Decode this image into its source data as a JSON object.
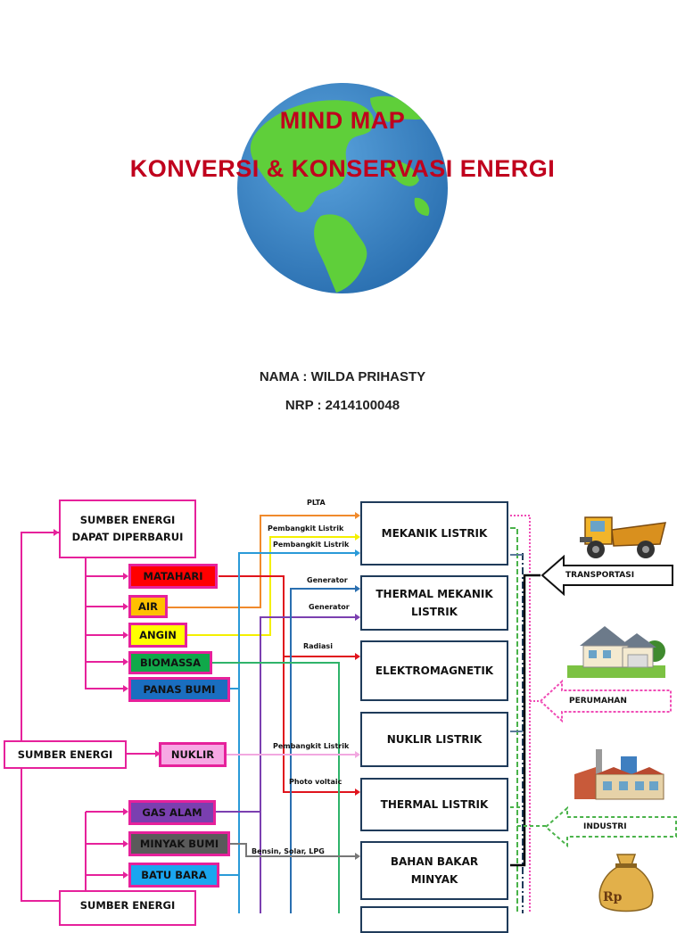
{
  "header": {
    "title_line1": "MIND MAP",
    "title_line2": "KONVERSI & KONSERVASI ENERGI",
    "name": "NAMA : WILDA PRIHASTY",
    "nrp": "NRP : 2414100048"
  },
  "colors": {
    "title": "#c0001d",
    "magenta": "#e6219b",
    "navy": "#1f3b5a",
    "globe_ocean": "#3a86c8",
    "globe_land": "#5fcf3a"
  },
  "sources": {
    "renewable_title": "SUMBER ENERGI DAPAT DIPERBARUI",
    "nonrenew_title": "SUMBER ENERGI",
    "bottom_title": "SUMBER ENERGI",
    "items": {
      "matahari": "MATAHARI",
      "air": "AIR",
      "angin": "ANGIN",
      "biomassa": "BIOMASSA",
      "panas_bumi": "PANAS BUMI",
      "nuklir": "NUKLIR",
      "gas_alam": "GAS ALAM",
      "minyak_bumi": "MINYAK BUMI",
      "batu_bara": "BATU BARA"
    }
  },
  "connector_labels": {
    "plta": "PLTA",
    "pembangkit1": "Pembangkit Listrik",
    "pembangkit2": "Pembangkit Listrik",
    "generator1": "Generator",
    "generator2": "Generator",
    "radiasi": "Radiasi",
    "pembangkit3": "Pembangkit Listrik",
    "photo": "Photo voltaic",
    "bensin": "Bensin, Solar, LPG"
  },
  "conversions": {
    "mekanik": "MEKANIK LISTRIK",
    "thermal_mekanik": "THERMAL MEKANIK LISTRIK",
    "elektromagnetik": "ELEKTROMAGNETIK",
    "nuklir_listrik": "NUKLIR LISTRIK",
    "thermal_listrik": "THERMAL LISTRIK",
    "bahan_bakar": "BAHAN BAKAR MINYAK"
  },
  "sectors": {
    "transportasi": "TRANSPORTASI",
    "perumahan": "PERUMAHAN",
    "industri": "INDUSTRI",
    "money": "Rp"
  }
}
